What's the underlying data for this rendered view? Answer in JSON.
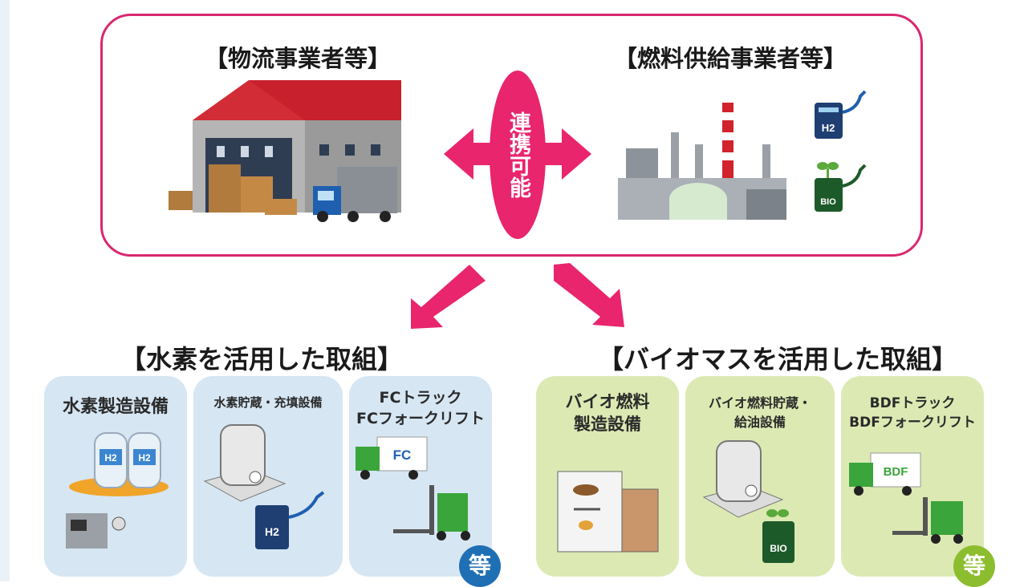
{
  "colors": {
    "accent": "#e8256d",
    "border": "#d9286f",
    "blue_card": "#d6e6f3",
    "green_card": "#dce9b3",
    "etc_blue": "#1f6fb5",
    "etc_green": "#8cbd2e"
  },
  "top": {
    "logistics_title": "【物流事業者等】",
    "fuel_title": "【燃料供給事業者等】",
    "link_label": "連携可能"
  },
  "hydrogen": {
    "title": "【水素を活用した取組】",
    "cards": [
      "水素製造設備",
      "水素貯蔵・充填設備",
      "FCトラック\nFCフォークリフト"
    ],
    "etc": "等"
  },
  "biomass": {
    "title": "【バイオマスを活用した取組】",
    "cards": [
      "バイオ燃料\n製造設備",
      "バイオ燃料貯蔵・\n給油設備",
      "BDFトラック\nBDFフォークリフト"
    ],
    "etc": "等"
  },
  "icon_text": {
    "h2": "H2",
    "bio": "BIO",
    "fc": "FC",
    "bdf": "BDF"
  }
}
